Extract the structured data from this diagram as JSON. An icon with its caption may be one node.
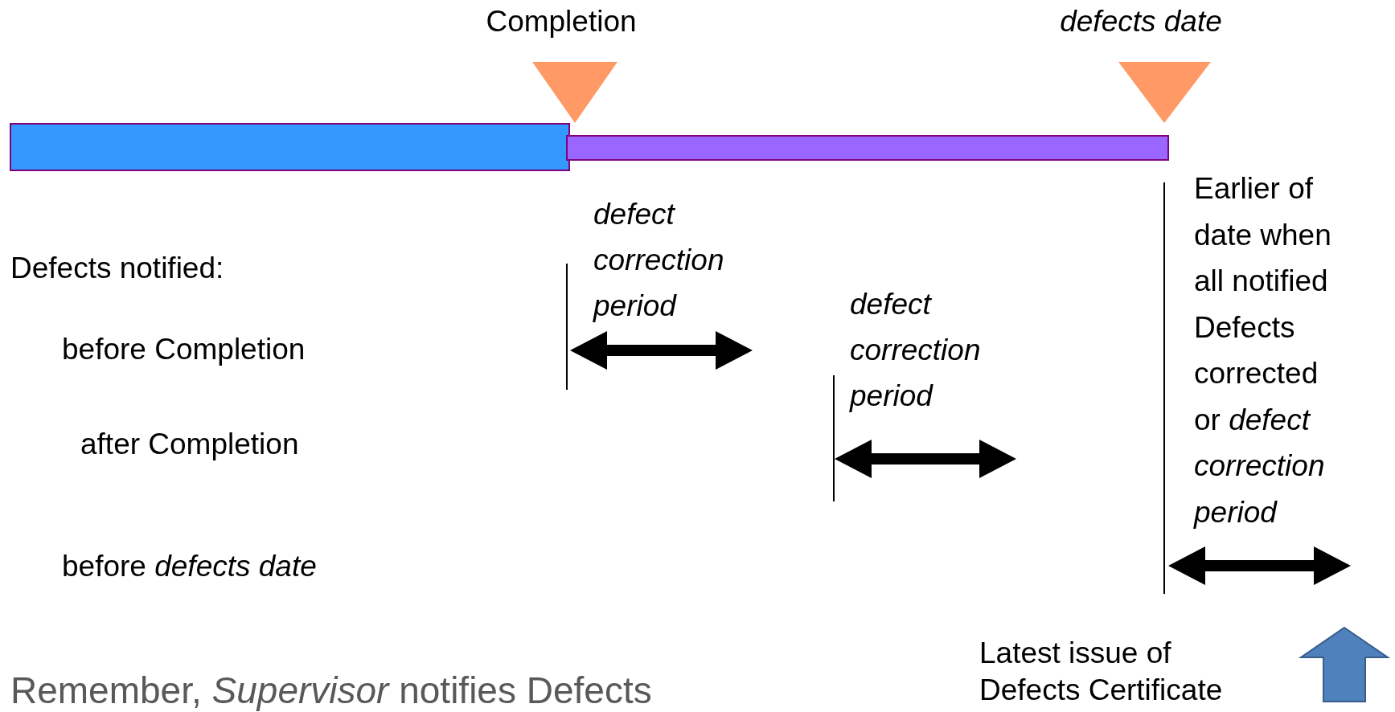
{
  "diagram": {
    "labels": [
      "Completion",
      "defects date",
      "Defects notified:",
      "defect correction period",
      "before Completion",
      "defect correction period",
      "after Completion",
      "Earlier of date when all notified Defects corrected or *defect correction period*",
      "before *defects date*",
      "Latest issue of Defects Certificate",
      "Remember, *Supervisor* notifies Defects"
    ]
  }
}
